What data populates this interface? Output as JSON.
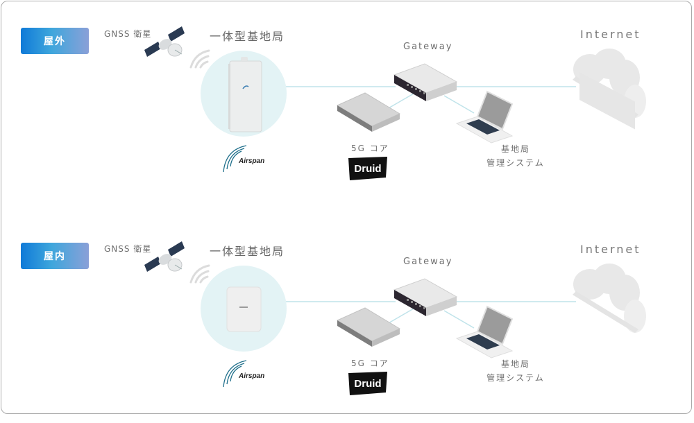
{
  "sections": [
    {
      "badge": "屋外",
      "gnss_label": "GNSS 衛星",
      "base_station_label": "一体型基地局",
      "base_station_type": "outdoor",
      "gateway_label": "Gateway",
      "internet_label": "Internet",
      "core_label": "5G コア",
      "core_vendor": "Druid",
      "ran_vendor": "Airspan",
      "mgmt_label_line1": "基地局",
      "mgmt_label_line2": "管理システム"
    },
    {
      "badge": "屋内",
      "gnss_label": "GNSS 衛星",
      "base_station_label": "一体型基地局",
      "base_station_type": "indoor",
      "gateway_label": "Gateway",
      "internet_label": "Internet",
      "core_label": "5G コア",
      "core_vendor": "Druid",
      "ran_vendor": "Airspan",
      "mgmt_label_line1": "基地局",
      "mgmt_label_line2": "管理システム"
    }
  ],
  "colors": {
    "link_line": "#bfe3ea",
    "bs_circle": "#e3f3f5",
    "badge_start": "#0f7ad8",
    "badge_end": "#8aa0d8"
  }
}
